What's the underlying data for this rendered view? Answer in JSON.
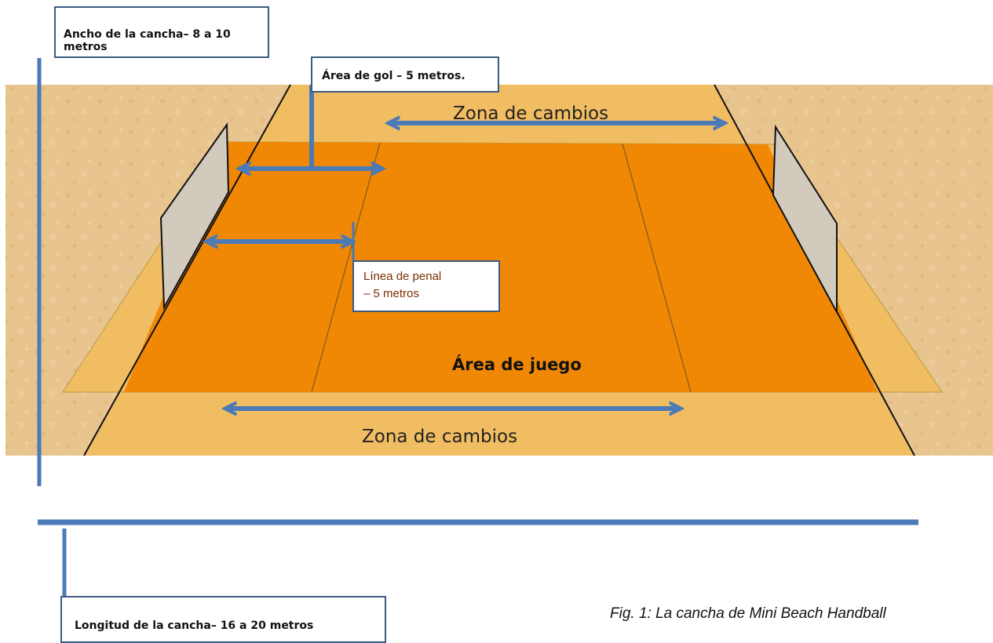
{
  "labels": {
    "ancho": "Ancho de la cancha– 8 a 10 metros",
    "area_gol": "Área de gol – 5 metros.",
    "zona_cambios_top": "Zona de cambios",
    "penal_line1": "Línea de penal",
    "penal_line2": "– 5 metros",
    "area_juego": "Área de juego",
    "zona_cambios_bottom": "Zona de cambios",
    "longitud": "Longitud de la cancha– 16 a 20 metros"
  },
  "caption": "Fig. 1: La cancha de Mini Beach Handball",
  "colors": {
    "sand": "#e8c48f",
    "zone": "#f1bd62",
    "court": "#f08806",
    "arrow": "#4a7ab7",
    "box_border": "#3d5a80",
    "goal": "#d3cabe"
  }
}
